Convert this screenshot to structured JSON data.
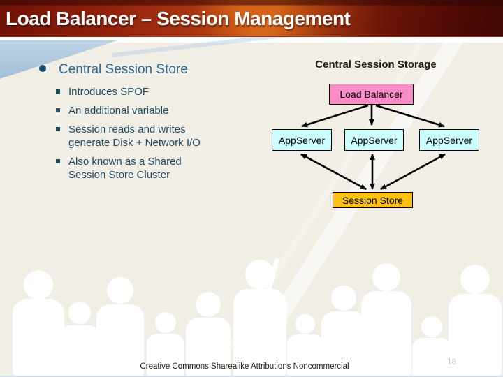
{
  "slide": {
    "title": "Load Balancer – Session Management",
    "footer": "Creative Commons Sharealike Attributions Noncommercial",
    "page_number": "18"
  },
  "content": {
    "bullet_heading": "Central Session Store",
    "sub_bullets": [
      {
        "lines": [
          "Introduces SPOF"
        ]
      },
      {
        "lines": [
          "An additional variable"
        ]
      },
      {
        "lines": [
          "Session reads and writes",
          "generate Disk + Network I/O"
        ]
      },
      {
        "lines": [
          "Also known as a Shared",
          "Session Store Cluster"
        ]
      }
    ]
  },
  "diagram": {
    "title": "Central Session Storage",
    "load_balancer_label": "Load Balancer",
    "app_server_labels": [
      "AppServer",
      "AppServer",
      "AppServer"
    ],
    "session_store_label": "Session Store",
    "colors": {
      "load_balancer_fill": "#f98cc6",
      "app_server_fill": "#ccfeff",
      "session_store_fill": "#fdc113",
      "arrow": "#000000"
    }
  },
  "theme": {
    "title_text_color": "#ffffff",
    "title_band_base": "#8f200b",
    "body_background": "#f1eee5",
    "accent_wedge_blue": "#aecadf",
    "heading_text_color": "#2e6c94",
    "sub_bullet_text_color": "#1d4b63",
    "footer_text_color": "#1b1b1b",
    "page_number_color": "#c6c2b8"
  }
}
